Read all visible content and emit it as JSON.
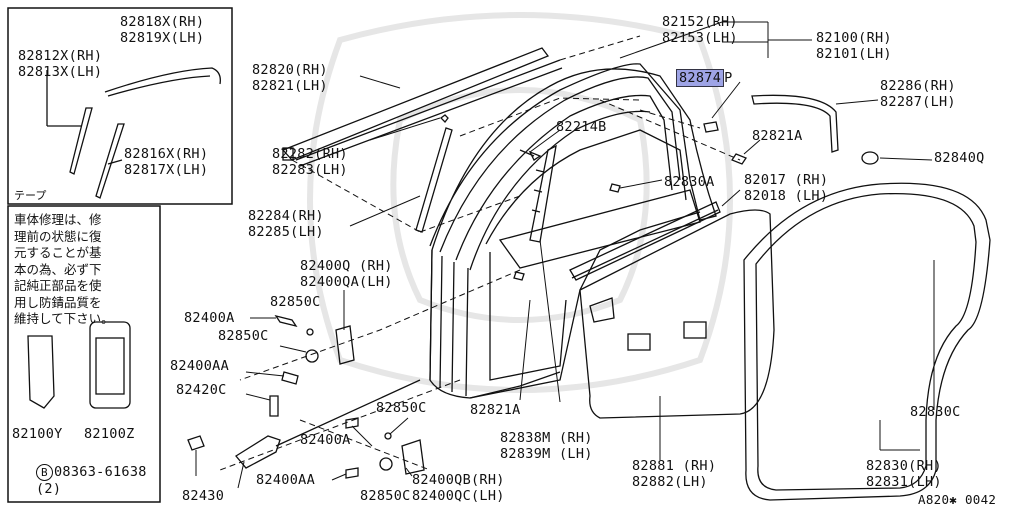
{
  "diagram_ref": "A820✱ 0042",
  "inset_tape_label": "テープ",
  "repair_note": "車体修理は、修\n理前の状態に復\n元することが基\n本の為、必ず下\n記純正部品を使\n用し防錆品質を\n維持して下さい。",
  "part_labels": {
    "p82818x": "82818X(RH)\n82819X(LH)",
    "p82812x": "82812X(RH)\n82813X(LH)",
    "p82816x": "82816X(RH)\n82817X(LH)",
    "p82820": "82820(RH)\n82821(LH)",
    "p82282": "82282(RH)\n82283(LH)",
    "p82284": "82284(RH)\n82285(LH)",
    "p82152": "82152(RH)\n82153(LH)",
    "p82100": "82100(RH)\n82101(LH)",
    "p82874": "82874",
    "p82874_suffix": "P",
    "p82286": "82286(RH)\n82287(LH)",
    "p82214b": "82214B",
    "p82821a_top": "82821A",
    "p82840q": "82840Q",
    "p82830a": "82830A",
    "p82017": "82017 (RH)\n82018 (LH)",
    "p82400q": "82400Q (RH)\n82400QA(LH)",
    "p82850c_1": "82850C",
    "p82400a_1": "82400A",
    "p82850c_2": "82850C",
    "p82400aa_1": "82400AA",
    "p82420c": "82420C",
    "p82850c_3": "82850C",
    "p82821a_bot": "82821A",
    "p82400a_2": "82400A",
    "p82838m": "82838M (RH)\n82839M (LH)",
    "p82881": "82881 (RH)\n82882(LH)",
    "p82830c": "82830C",
    "p82830": "82830(RH)\n82831(LH)",
    "p08363_circ": "B",
    "p08363": "08363-61638\n(2)",
    "p82430": "82430",
    "p82400aa_2": "82400AA",
    "p82850c_4": "82850C",
    "p82400qb": "82400QB(RH)\n82400QC(LH)",
    "p82100y": "82100Y",
    "p82100z": "82100Z"
  }
}
